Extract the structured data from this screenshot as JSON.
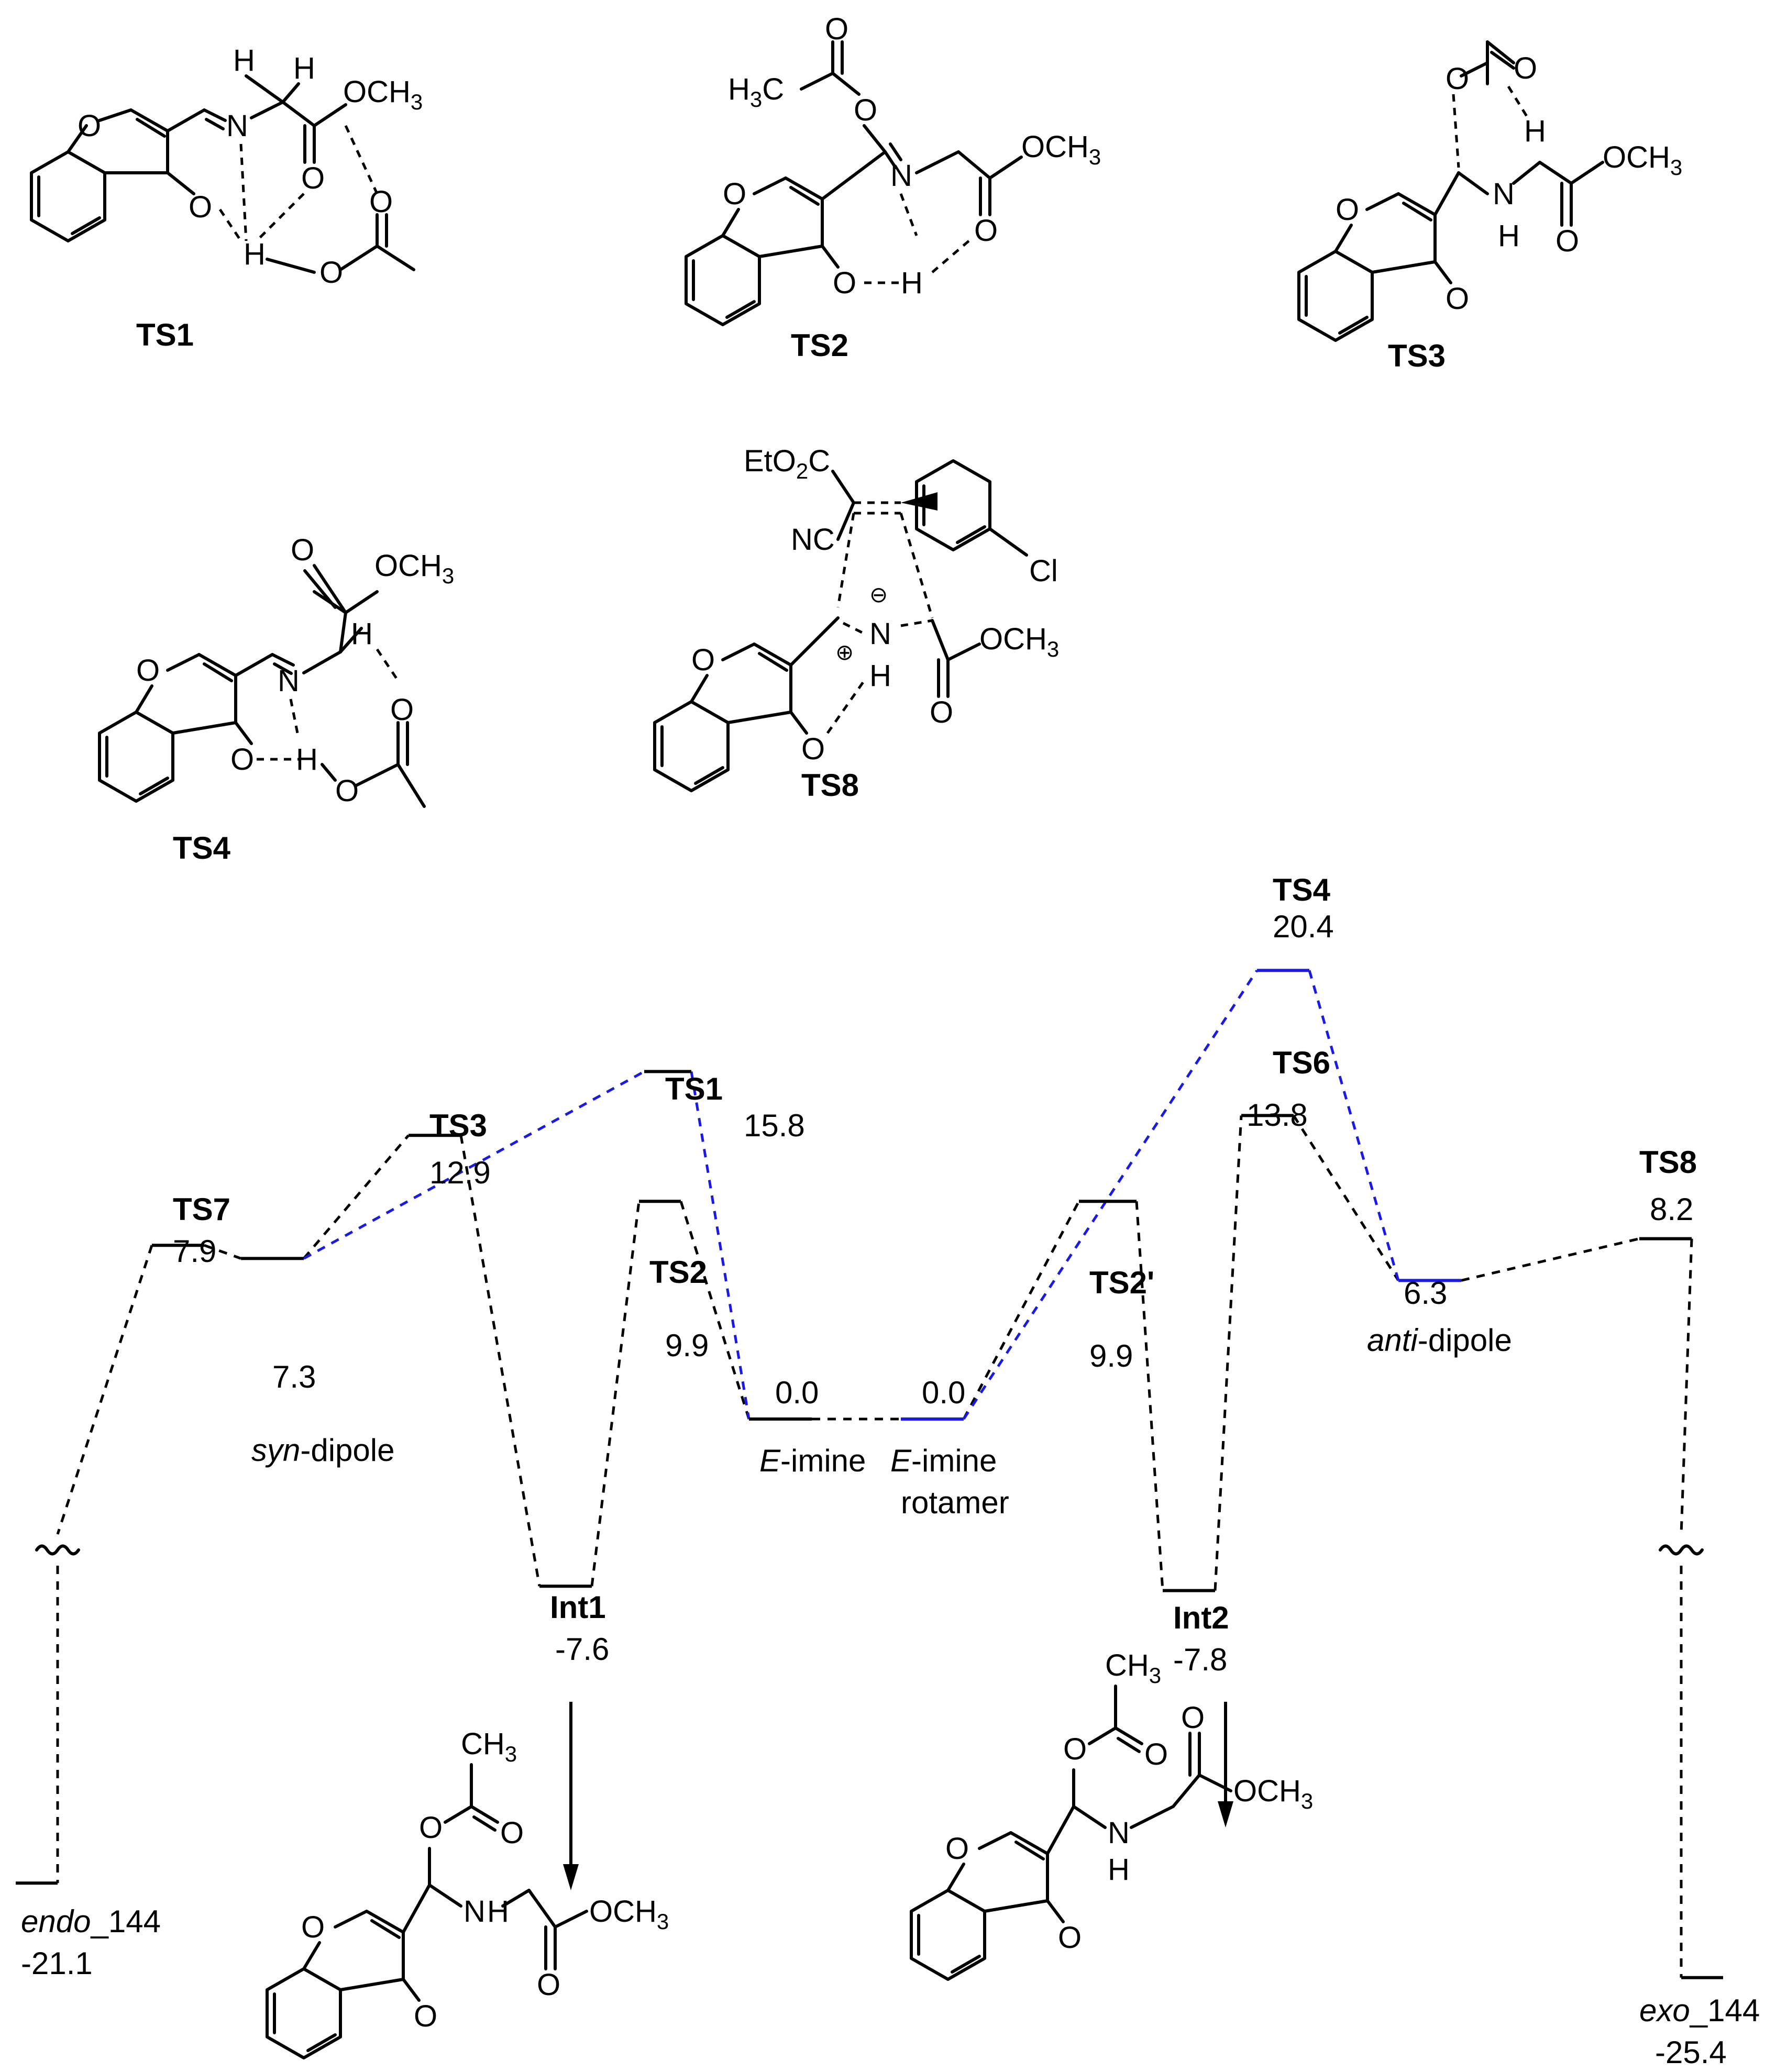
{
  "structures": [
    {
      "id": "TS1",
      "label": "TS1",
      "ome": "OCH",
      "ome_sub": "3"
    },
    {
      "id": "TS2",
      "label": "TS2",
      "me": "H",
      "me_sub": "3",
      "me_tail": "C",
      "ome": "OCH",
      "ome_sub": "3"
    },
    {
      "id": "TS3",
      "label": "TS3",
      "ome": "OCH",
      "ome_sub": "3"
    },
    {
      "id": "TS4",
      "label": "TS4",
      "ome": "OCH",
      "ome_sub": "3"
    },
    {
      "id": "TS8",
      "label": "TS8",
      "ester": "EtO",
      "ester_sub": "2",
      "ester_tail": "C",
      "nitrile": "NC",
      "halogen": "Cl",
      "ome": "OCH",
      "ome_sub": "3",
      "minus": "⊖",
      "plus": "⊕"
    }
  ],
  "products": [
    {
      "me": "CH",
      "me_sub": "3",
      "ome": "OCH",
      "ome_sub": "3"
    },
    {
      "me": "CH",
      "me_sub": "3",
      "ome": "OCH",
      "ome_sub": "3"
    }
  ],
  "atoms": {
    "O": "O",
    "N": "N",
    "H": "H",
    "NH": "N",
    "H_below": "H"
  },
  "diagram": {
    "states": [
      {
        "key": "TS7",
        "name": "TS7",
        "value": "7.9",
        "color": "black"
      },
      {
        "key": "syn",
        "name_italic": "syn",
        "name_rest": "-dipole",
        "value": "7.3",
        "color": "black"
      },
      {
        "key": "TS3",
        "name": "TS3",
        "value": "12.9",
        "color": "black"
      },
      {
        "key": "TS1",
        "name": "TS1",
        "value": "15.8",
        "color": "black"
      },
      {
        "key": "TS2",
        "name": "TS2",
        "value": "9.9",
        "color": "black"
      },
      {
        "key": "Eimine",
        "name_italic": "E",
        "name_rest": "-imine",
        "value": "0.0",
        "color": "black"
      },
      {
        "key": "Erot",
        "name_italic": "E",
        "name_rest": "-imine",
        "name_line2": "rotamer",
        "value": "0.0",
        "color": "blue"
      },
      {
        "key": "TS2p",
        "name": "TS2'",
        "value": "9.9",
        "color": "black"
      },
      {
        "key": "TS4",
        "name": "TS4",
        "value": "20.4",
        "color": "blue"
      },
      {
        "key": "TS6",
        "name": "TS6",
        "value": "13.8",
        "color": "black"
      },
      {
        "key": "anti",
        "name_italic": "anti",
        "name_rest": "-dipole",
        "value": "6.3",
        "color": "blue"
      },
      {
        "key": "TS8",
        "name": "TS8",
        "value": "8.2",
        "color": "black"
      },
      {
        "key": "Int1",
        "name": "Int1",
        "value": "-7.6",
        "color": "black"
      },
      {
        "key": "Int2",
        "name": "Int2",
        "value": "-7.8",
        "color": "black"
      },
      {
        "key": "endo",
        "name_italic": "endo",
        "name_rest": "_144",
        "value": "-21.1",
        "color": "black"
      },
      {
        "key": "exo",
        "name_italic": "exo",
        "name_rest": "_144",
        "value": "-25.4",
        "color": "black"
      }
    ],
    "connections": [
      {
        "from": "TS7",
        "to": "syn",
        "style": "black"
      },
      {
        "from": "syn",
        "to": "TS3",
        "style": "black"
      },
      {
        "from": "syn",
        "to": "TS1",
        "style": "blue"
      },
      {
        "from": "TS3",
        "to": "Int1",
        "style": "black"
      },
      {
        "from": "Int1",
        "to": "TS2",
        "style": "black"
      },
      {
        "from": "TS2",
        "to": "Eimine",
        "style": "black"
      },
      {
        "from": "TS1",
        "to": "Eimine",
        "style": "blue"
      },
      {
        "from": "Eimine",
        "to": "Erot",
        "style": "black"
      },
      {
        "from": "Erot",
        "to": "TS2p",
        "style": "black"
      },
      {
        "from": "Erot",
        "to": "TS4",
        "style": "blue"
      },
      {
        "from": "TS2p",
        "to": "Int2",
        "style": "black"
      },
      {
        "from": "Int2",
        "to": "TS6",
        "style": "black"
      },
      {
        "from": "TS6",
        "to": "anti",
        "style": "black"
      },
      {
        "from": "TS4",
        "to": "anti",
        "style": "blue"
      },
      {
        "from": "anti",
        "to": "TS8",
        "style": "black"
      },
      {
        "from": "TS7",
        "to": "endo",
        "style": "black-break"
      },
      {
        "from": "TS8",
        "to": "exo",
        "style": "black-break"
      }
    ]
  }
}
